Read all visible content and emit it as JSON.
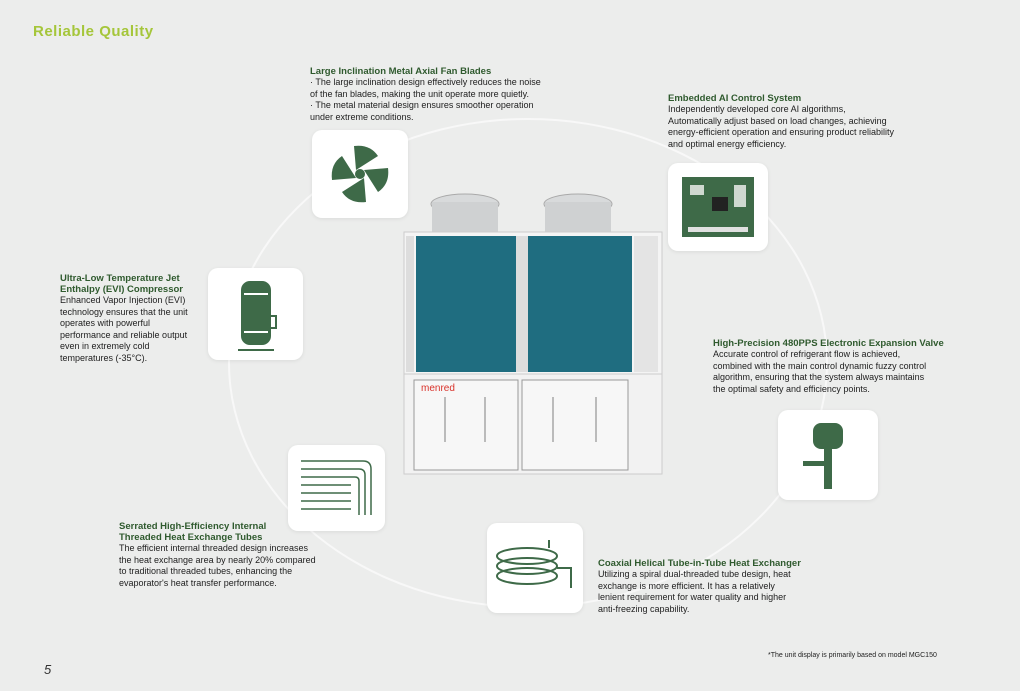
{
  "page_title": "Reliable Quality",
  "page_number": "5",
  "footnote": "*The unit display is primarily based on model MGC150",
  "brand": "menred",
  "features": [
    {
      "title": "Large Inclination Metal Axial Fan Blades",
      "body": "· The large inclination design effectively reduces the noise\n  of the fan blades, making the unit operate more quietly.\n· The metal material design ensures smoother operation\n  under extreme conditions.",
      "icon": "fan-icon"
    },
    {
      "title": "Embedded AI Control System",
      "body": "Independently developed core AI algorithms,\nAutomatically adjust based on load changes, achieving\nenergy-efficient operation and ensuring product reliability\nand optimal energy efficiency.",
      "icon": "circuit-board-icon"
    },
    {
      "title": "Ultra-Low Temperature Jet\nEnthalpy (EVI) Compressor",
      "body": "Enhanced Vapor Injection (EVI)\ntechnology ensures that the unit\noperates with powerful\nperformance and reliable output\neven in extremely cold\ntemperatures (-35°C).",
      "icon": "compressor-icon"
    },
    {
      "title": "High-Precision 480PPS Electronic Expansion Valve",
      "body": "Accurate control of refrigerant flow is achieved,\ncombined with the main control dynamic fuzzy control\nalgorithm, ensuring that the system always maintains\nthe optimal safety and efficiency points.",
      "icon": "valve-icon"
    },
    {
      "title": "Serrated High-Efficiency Internal\nThreaded Heat Exchange Tubes",
      "body": "The efficient internal threaded design increases\n the heat exchange area by nearly 20% compared\nto traditional threaded tubes, enhancing the\nevaporator's heat transfer performance.",
      "icon": "tubes-icon"
    },
    {
      "title": "Coaxial Helical Tube-in-Tube Heat Exchanger",
      "body": "Utilizing a spiral dual-threaded tube design, heat\nexchange is more efficient. It has a relatively\nlenient requirement for water quality and higher\nanti-freezing capability.",
      "icon": "coil-icon"
    }
  ]
}
